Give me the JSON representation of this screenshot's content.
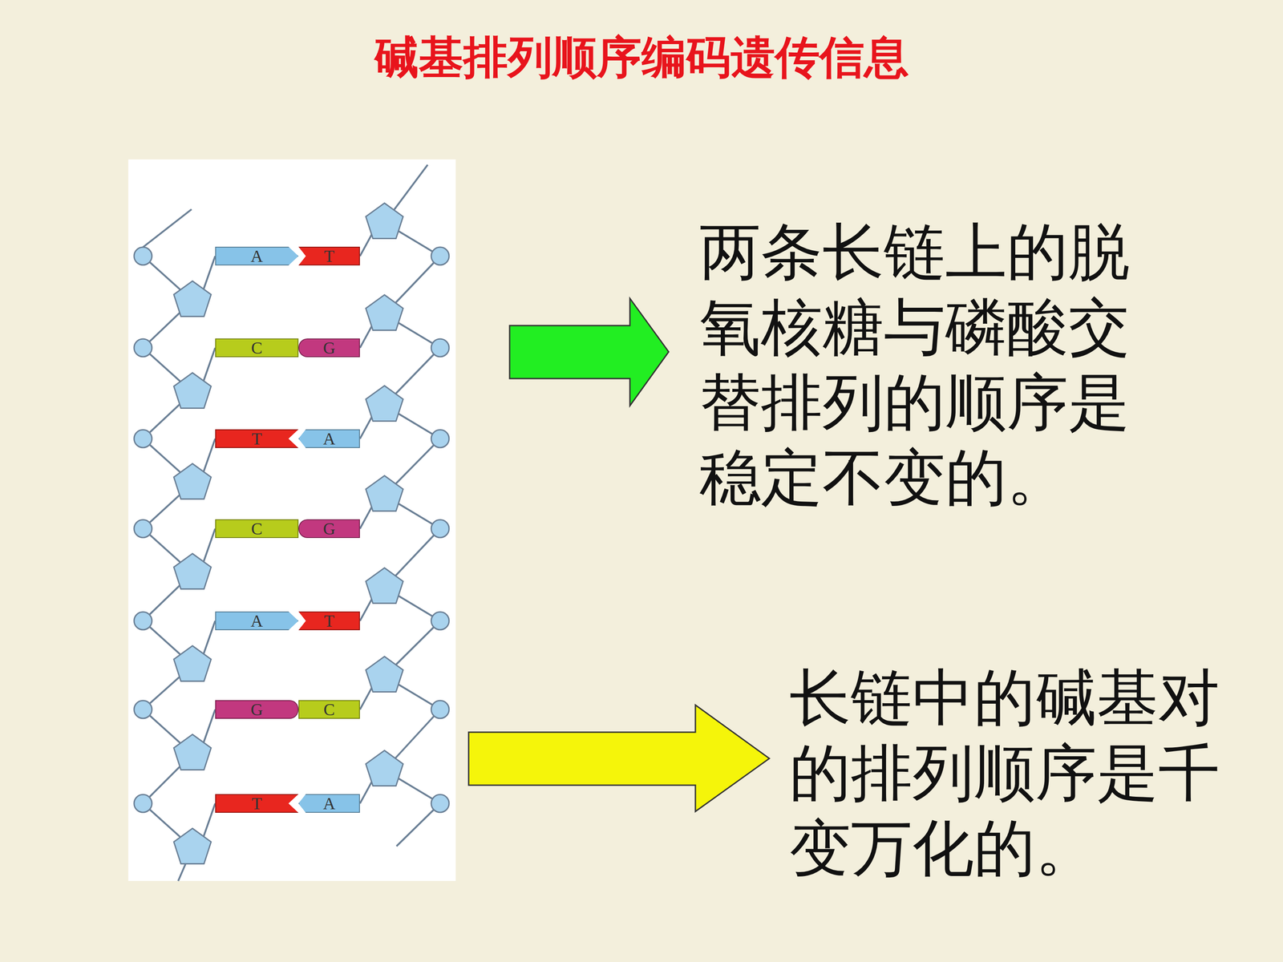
{
  "diagram": {
    "title": "碱基排列顺序编码遗传信息",
    "nodes": [
      {
        "text": [
          "A"
        ]
      },
      {
        "text": [
          "T"
        ]
      },
      {
        "text": [
          "C"
        ]
      },
      {
        "text": [
          "G"
        ]
      },
      {
        "text": [
          "T"
        ]
      },
      {
        "text": [
          "A"
        ]
      },
      {
        "text": [
          "C"
        ]
      },
      {
        "text": [
          "G"
        ]
      },
      {
        "text": [
          "A"
        ]
      },
      {
        "text": [
          "T"
        ]
      },
      {
        "text": [
          "G"
        ]
      },
      {
        "text": [
          "C"
        ]
      },
      {
        "text": [
          "T"
        ]
      },
      {
        "text": [
          "A"
        ]
      }
    ],
    "labels": [
      "两条长链上的脱氧核糖与磷酸交替排列的顺序是稳定不变的。",
      "长链中的碱基对的排列顺序是千变万化的。"
    ]
  }
}
